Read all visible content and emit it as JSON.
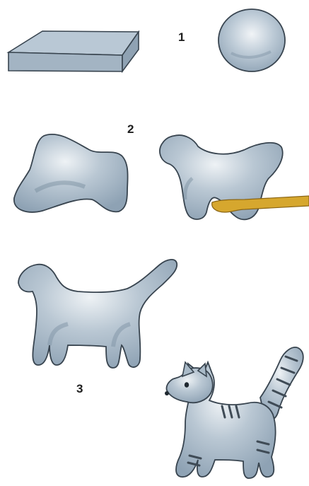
{
  "steps": [
    {
      "number": "1"
    },
    {
      "number": "2"
    },
    {
      "number": "3"
    }
  ],
  "colors": {
    "clay": "#a9bac8",
    "clay_dark": "#7f93a5",
    "clay_highlight": "#e6ecf1",
    "outline": "#38444f",
    "tool": "#d6a72e",
    "stripes": "#3f4b56",
    "background": "#ffffff"
  }
}
